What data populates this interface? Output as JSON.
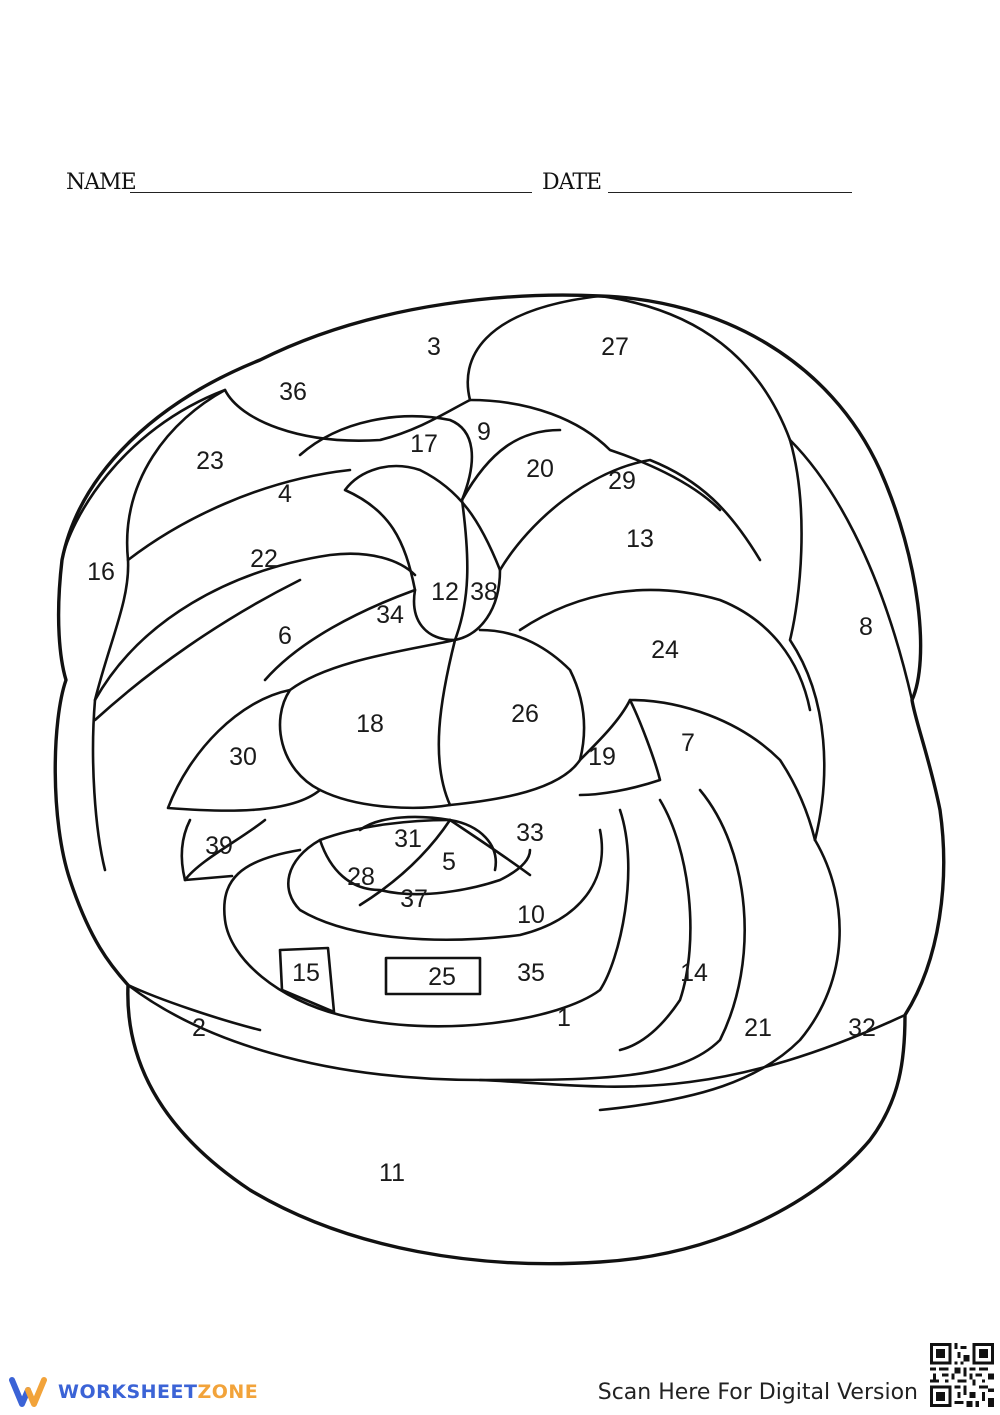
{
  "header": {
    "name_label": "NAME",
    "date_label": "DATE"
  },
  "regions": [
    {
      "label": "3"
    },
    {
      "label": "27"
    },
    {
      "label": "36"
    },
    {
      "label": "17"
    },
    {
      "label": "9"
    },
    {
      "label": "23"
    },
    {
      "label": "20"
    },
    {
      "label": "29"
    },
    {
      "label": "4"
    },
    {
      "label": "13"
    },
    {
      "label": "22"
    },
    {
      "label": "16"
    },
    {
      "label": "12"
    },
    {
      "label": "38"
    },
    {
      "label": "8"
    },
    {
      "label": "34"
    },
    {
      "label": "6"
    },
    {
      "label": "24"
    },
    {
      "label": "26"
    },
    {
      "label": "18"
    },
    {
      "label": "7"
    },
    {
      "label": "30"
    },
    {
      "label": "19"
    },
    {
      "label": "39"
    },
    {
      "label": "31"
    },
    {
      "label": "33"
    },
    {
      "label": "5"
    },
    {
      "label": "28"
    },
    {
      "label": "37"
    },
    {
      "label": "10"
    },
    {
      "label": "15"
    },
    {
      "label": "25"
    },
    {
      "label": "35"
    },
    {
      "label": "14"
    },
    {
      "label": "1"
    },
    {
      "label": "2"
    },
    {
      "label": "21"
    },
    {
      "label": "32"
    },
    {
      "label": "11"
    }
  ],
  "footer": {
    "logo_part1": "WORKSHEET",
    "logo_part2": "ZONE",
    "scan_text": "Scan Here For Digital Version",
    "qr_icon": "qr-code-icon",
    "brand_colors": {
      "blue": "#3b63d6",
      "orange": "#f2a33a"
    }
  }
}
